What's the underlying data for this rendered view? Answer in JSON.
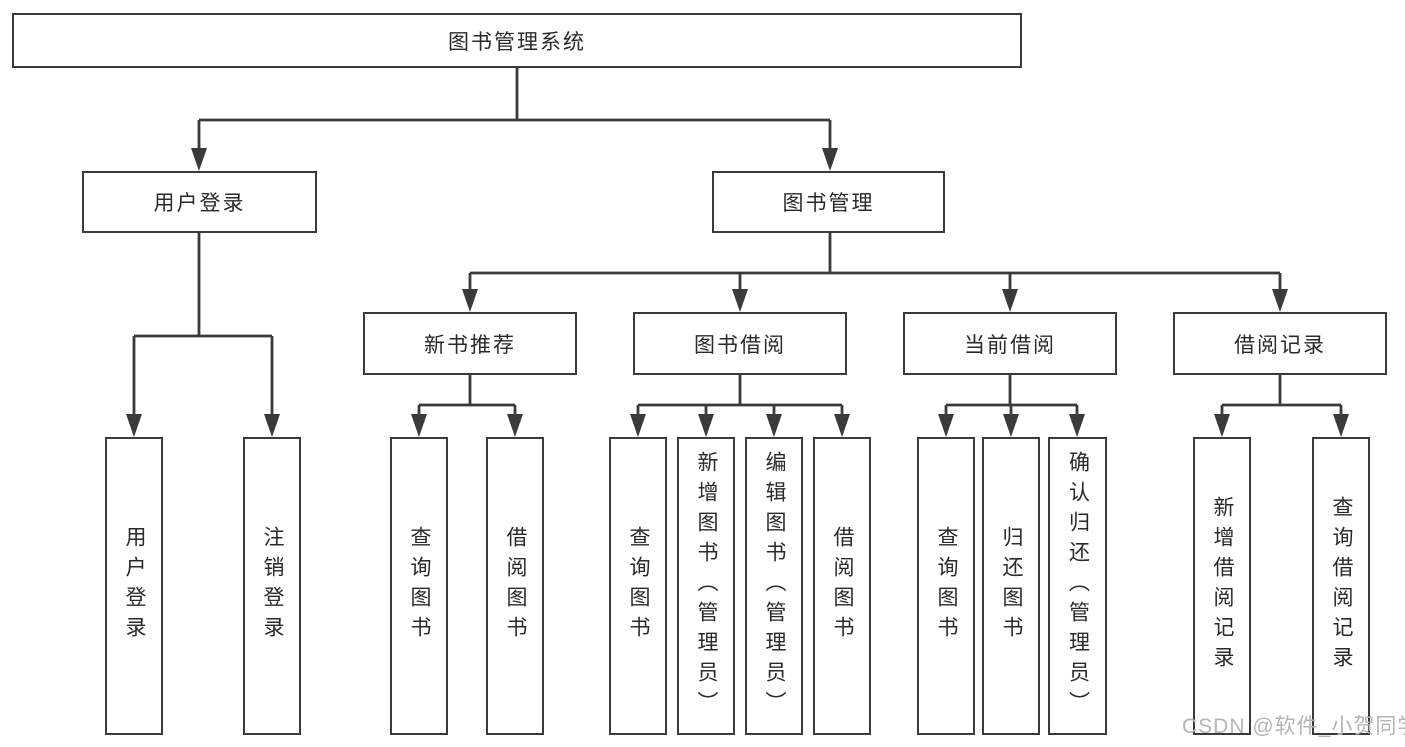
{
  "title": "图书管理系统",
  "branches": [
    {
      "label": "用户登录",
      "children": [
        {
          "label": "用户登录"
        },
        {
          "label": "注销登录"
        }
      ]
    },
    {
      "label": "图书管理",
      "children": [
        {
          "label": "新书推荐",
          "children": [
            {
              "label": "查询图书"
            },
            {
              "label": "借阅图书"
            }
          ]
        },
        {
          "label": "图书借阅",
          "children": [
            {
              "label": "查询图书"
            },
            {
              "label": "新增图书（管理员）"
            },
            {
              "label": "编辑图书（管理员）"
            },
            {
              "label": "借阅图书"
            }
          ]
        },
        {
          "label": "当前借阅",
          "children": [
            {
              "label": "查询图书"
            },
            {
              "label": "归还图书"
            },
            {
              "label": "确认归还（管理员）"
            }
          ]
        },
        {
          "label": "借阅记录",
          "children": [
            {
              "label": "新增借阅记录"
            },
            {
              "label": "查询借阅记录"
            }
          ]
        }
      ]
    }
  ],
  "watermark": "CSDN @软件_小贺同学",
  "colors": {
    "line": "#3a3a3a",
    "text": "#2a2a2a",
    "watermark": "#b5b5b5",
    "background": "#ffffff"
  }
}
